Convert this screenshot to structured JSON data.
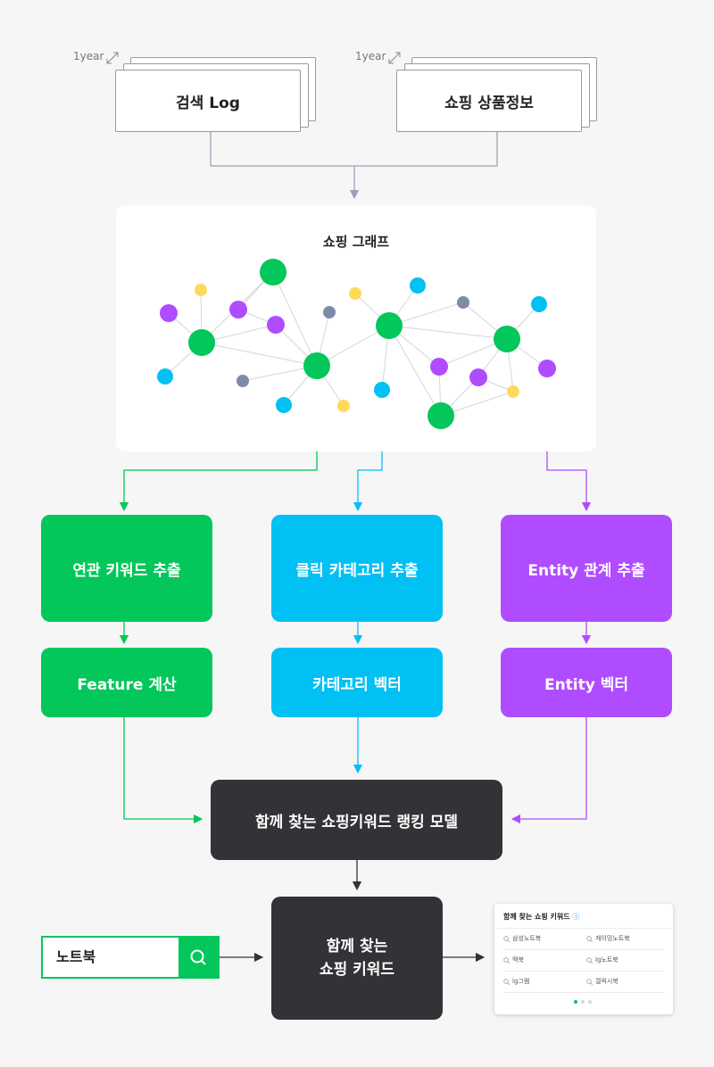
{
  "sources": {
    "search_log": {
      "label": "검색 Log",
      "duration": "1year"
    },
    "shopping_info": {
      "label": "쇼핑 상품정보",
      "duration": "1year"
    }
  },
  "graph": {
    "title": "쇼핑 그래프"
  },
  "extractors": {
    "related_keyword": "연관 키워드 추출",
    "click_category": "클릭 카테고리 추출",
    "entity_relation": "Entity 관계 추출"
  },
  "features": {
    "feature_calc": "Feature 계산",
    "category_vector": "카테고리 벡터",
    "entity_vector": "Entity 벡터"
  },
  "model": {
    "label": "함께 찾는 쇼핑키워드 랭킹 모델"
  },
  "output": {
    "line1": "함께 찾는",
    "line2": "쇼핑 키워드"
  },
  "search": {
    "query": "노트북"
  },
  "result_card": {
    "title": "함께 찾는 쇼핑 키워드",
    "info_icon": "ⓘ",
    "items": [
      "삼성노트북",
      "게이밍노트북",
      "맥북",
      "lg노트북",
      "lg그램",
      "갤럭시북"
    ]
  },
  "colors": {
    "green": "#03c75a",
    "blue": "#00c0f4",
    "purple": "#b04cff",
    "dark": "#333337",
    "gray_node": "#7f8aa8",
    "yellow_node": "#ffd95c"
  }
}
